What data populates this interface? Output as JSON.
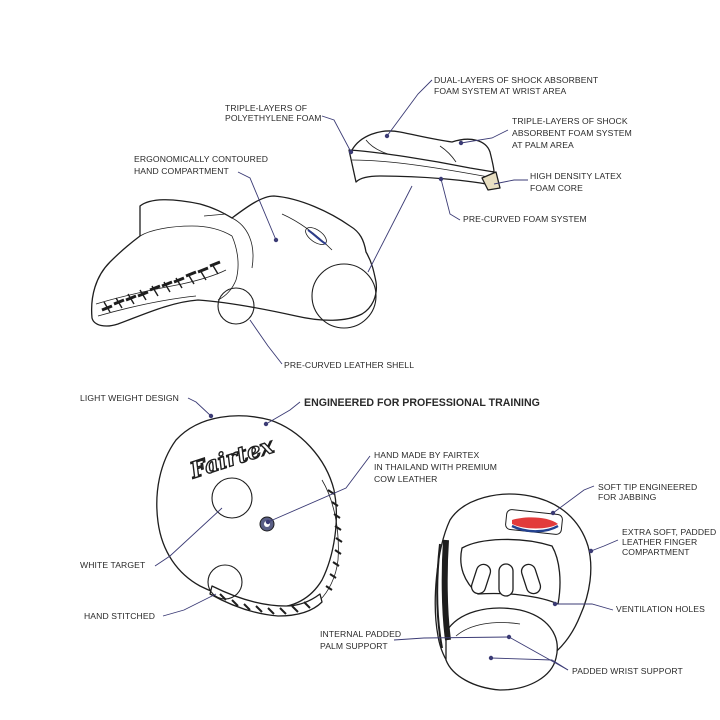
{
  "labels": {
    "dual_layers": [
      "DUAL-LAYERS OF SHOCK ABSORBENT",
      "FOAM SYSTEM AT WRIST AREA"
    ],
    "triple_poly": [
      "TRIPLE-LAYERS OF",
      "POLYETHYLENE FOAM"
    ],
    "triple_shock": [
      "TRIPLE-LAYERS OF SHOCK",
      "ABSORBENT FOAM SYSTEM",
      "AT PALM AREA"
    ],
    "ergonomic": [
      "ERGONOMICALLY CONTOURED",
      "HAND COMPARTMENT"
    ],
    "latex": [
      "HIGH DENSITY LATEX",
      "FOAM CORE"
    ],
    "precurved_foam": "PRE-CURVED FOAM SYSTEM",
    "leather_shell": "PRE-CURVED LEATHER SHELL",
    "light_weight": "LIGHT WEIGHT DESIGN",
    "engineered": "ENGINEERED FOR PROFESSIONAL TRAINING",
    "hand_made": [
      "HAND MADE BY FAIRTEX",
      "IN THAILAND WITH PREMIUM",
      "COW LEATHER"
    ],
    "soft_tip": [
      "SOFT TIP ENGINEERED",
      "FOR JABBING"
    ],
    "extra_soft": [
      "EXTRA SOFT, PADDED",
      "LEATHER FINGER",
      "COMPARTMENT"
    ],
    "white_target": "WHITE TARGET",
    "ventilation": "VENTILATION HOLES",
    "hand_stitched": "HAND STITCHED",
    "palm_support": [
      "INTERNAL PADDED",
      "PALM SUPPORT"
    ],
    "wrist_support": "PADDED WRIST SUPPORT"
  },
  "logo_text": "Fairtex"
}
